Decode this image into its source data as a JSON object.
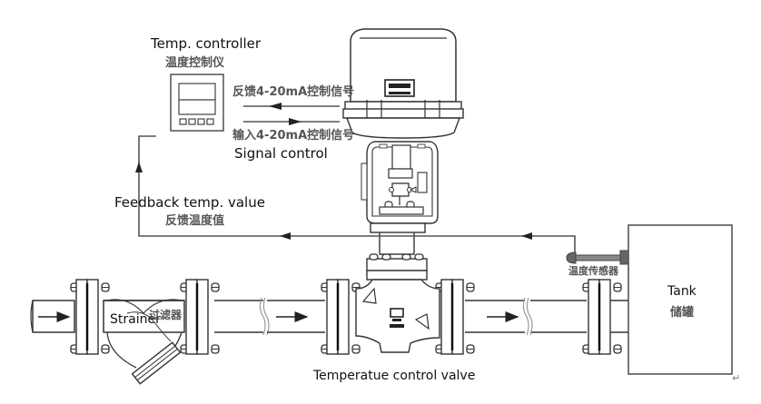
{
  "labels": {
    "temp_controller_en": "Temp. controller",
    "temp_controller_cn": "温度控制仪",
    "feedback_signal_cn": "反馈4-20mA控制信号",
    "input_signal_cn": "输入4-20mA控制信号",
    "signal_control_en": "Signal control",
    "feedback_temp_en": "Feedback temp. value",
    "feedback_temp_cn": "反馈温度值",
    "temp_sensor_cn": "温度传感器",
    "tank_en": "Tank",
    "tank_cn": "储罐",
    "strainer_en": "Strainer",
    "strainer_cn": "过滤器",
    "valve_en": "Temperatue control valve",
    "return_mark": "↵"
  },
  "components": [
    "temperature-controller",
    "electric-actuator",
    "control-valve",
    "strainer",
    "temperature-sensor",
    "tank",
    "pipeline"
  ],
  "flows": [
    {
      "from": "actuator",
      "to": "temperature-controller",
      "signal": "反馈4-20mA控制信号"
    },
    {
      "from": "temperature-controller",
      "to": "actuator",
      "signal": "输入4-20mA控制信号"
    },
    {
      "from": "temperature-sensor",
      "to": "temperature-controller",
      "signal": "反馈温度值"
    }
  ]
}
